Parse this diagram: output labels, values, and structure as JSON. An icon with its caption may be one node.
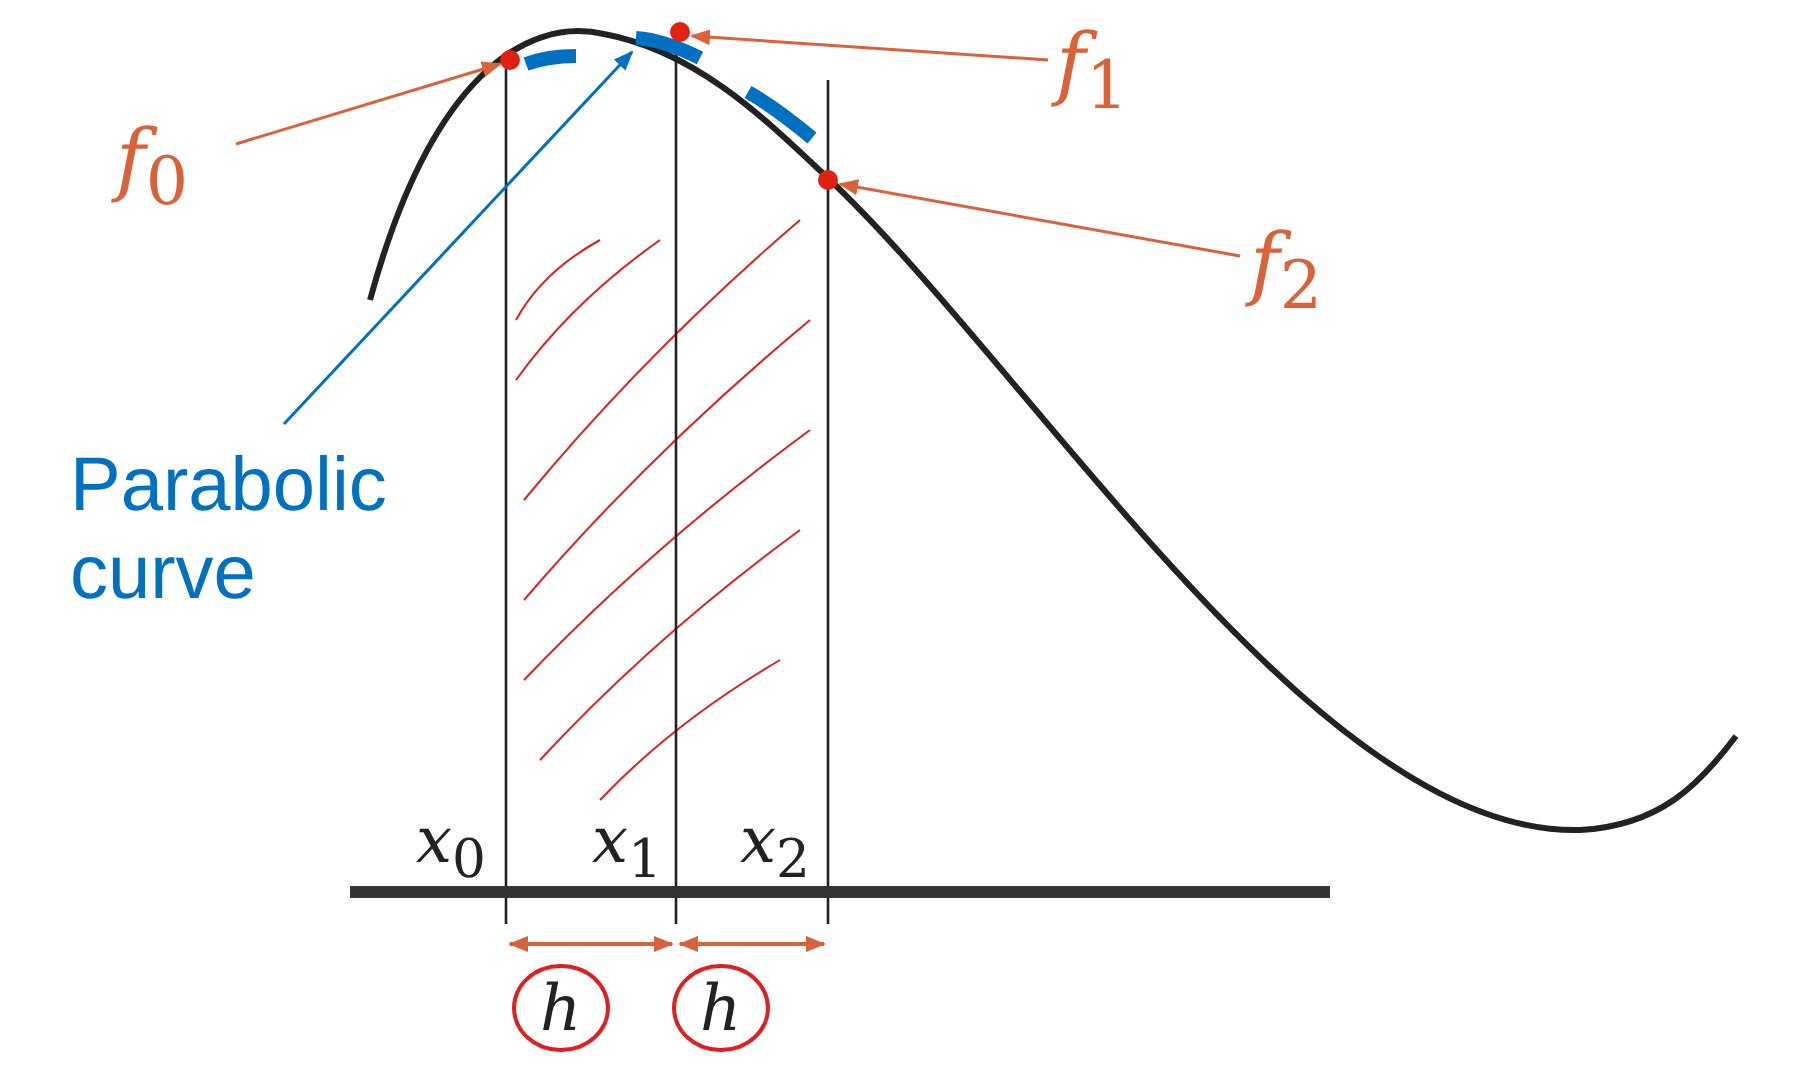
{
  "diagram": {
    "nodes": [
      {
        "text": [
          "*f*$_{0}$"
        ]
      },
      {
        "text": [],
        "shape": "circle"
      },
      {
        "text": [
          "*f*$_{1}$"
        ]
      },
      {
        "text": [],
        "shape": "circle"
      },
      {
        "text": [
          "*f*$_{2}$"
        ]
      },
      {
        "text": [],
        "shape": "circle"
      },
      {
        "text": [
          "Parabolic curve"
        ]
      },
      {
        "text": [],
        "shape": "arc"
      }
    ],
    "edges": [
      {
        "from": 0,
        "to": 1,
        "arrow": "to"
      },
      {
        "from": 2,
        "to": 3,
        "arrow": "to"
      },
      {
        "from": 4,
        "to": 5,
        "arrow": "to"
      },
      {
        "from": 6,
        "to": 7,
        "arrow": "to",
        "color": "#0070c0"
      }
    ],
    "labels": [
      "*x*$_{0}$",
      "*x*$_{1}$",
      "*x*$_{2}$",
      "*h*",
      "*h*"
    ]
  }
}
